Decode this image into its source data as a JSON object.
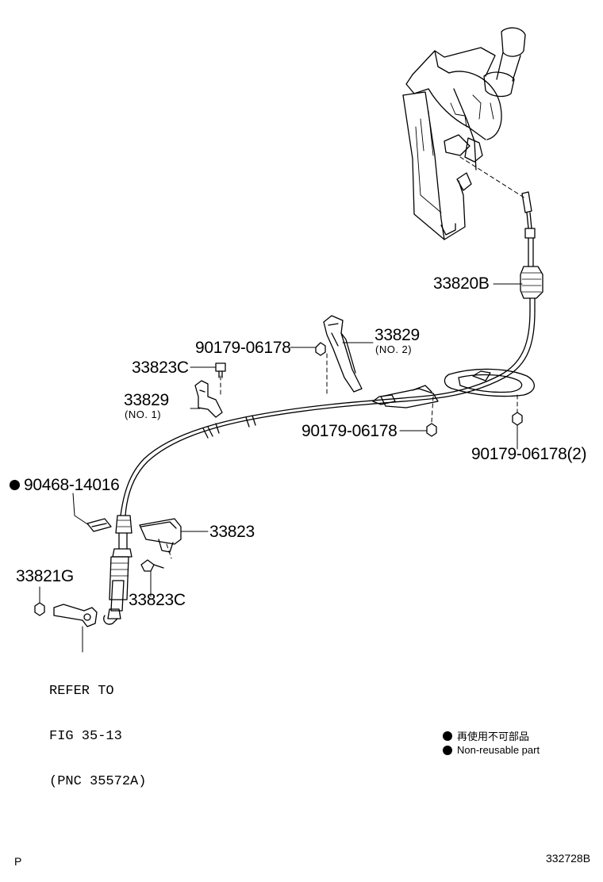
{
  "parts": {
    "p33820B": "33820B",
    "p33829_no2": "33829",
    "p33829_no2_sub": "(NO. 2)",
    "p90179_top": "90179-06178",
    "p33823C_top": "33823C",
    "p33829_no1": "33829",
    "p33829_no1_sub": "(NO. 1)",
    "p90179_mid": "90179-06178",
    "p90179_right": "90179-06178(2)",
    "p90468": "90468-14016",
    "p33823": "33823",
    "p33821G": "33821G",
    "p33823C_bottom": "33823C"
  },
  "reference": {
    "line1": "REFER TO",
    "line2": "FIG 35-13",
    "line3": "(PNC 35572A)"
  },
  "legend": {
    "jp": "再使用不可部品",
    "en": "Non-reusable part"
  },
  "corner": {
    "left": "P",
    "right": "332728B"
  },
  "colors": {
    "ink": "#000000",
    "paper": "#ffffff"
  }
}
